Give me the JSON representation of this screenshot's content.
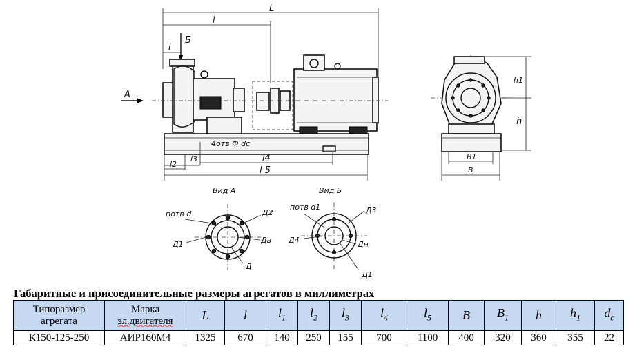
{
  "drawing": {
    "labels": {
      "L": "L",
      "l": "l",
      "l1": "l",
      "B_mark": "Б",
      "A_mark": "A",
      "holes": "4отв Ф dc",
      "l3": "l3",
      "l2": "l2",
      "l4": "l4",
      "l5": "l 5",
      "h1": "h1",
      "h": "h",
      "B1": "B1",
      "B": "B",
      "view_A": "Вид А",
      "view_B": "Вид Б",
      "potv_d": "потв d",
      "potv_d1": "потв d1",
      "D1": "Д1",
      "D2": "Д2",
      "D_bottom": "Д",
      "D_v": "Дв",
      "D3": "Д3",
      "D4": "Д4",
      "D_n": "Дн",
      "D_cut": "Д1"
    }
  },
  "table": {
    "caption": "Габаритные и присоединительные размеры агрегатов в миллиметрах",
    "headers": {
      "type_line1": "Типоразмер",
      "type_line2": "агрегата",
      "motor_line1": "Марка",
      "motor_line2": "эл.двигателя",
      "L": "L",
      "l": "l",
      "l1": "l1",
      "l2": "l2",
      "l3": "l3",
      "l4": "l4",
      "l5": "l5",
      "B": "B",
      "B1": "B1",
      "h": "h",
      "h1": "h1",
      "dc": "dc"
    },
    "row": {
      "type": "К150-125-250",
      "motor": "АИР160М4",
      "L": "1325",
      "l": "670",
      "l1": "140",
      "l2": "250",
      "l3": "155",
      "l4": "700",
      "l5": "1100",
      "B": "400",
      "B1": "320",
      "h": "360",
      "h1": "355",
      "dc": "22"
    }
  }
}
